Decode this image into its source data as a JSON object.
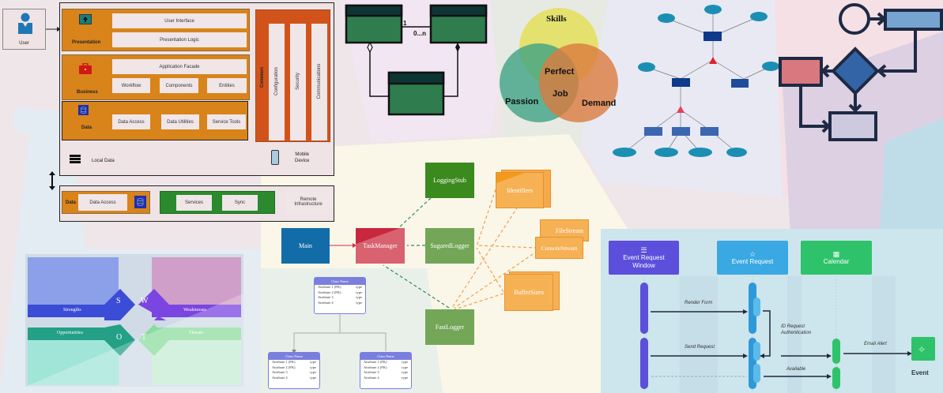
{
  "architecture": {
    "user_label": "User",
    "presentation": {
      "label": "Presentation",
      "items": [
        "User Interface",
        "Presentation Logic"
      ]
    },
    "business": {
      "label": "Business",
      "facade": "Application Facade",
      "items": [
        "Workflow",
        "Components",
        "Entities"
      ]
    },
    "data": {
      "label": "Data",
      "items": [
        "Data Access",
        "Data Utilities",
        "Service Tools"
      ]
    },
    "common": {
      "label": "Common",
      "items": [
        "Configuration",
        "Security",
        "Communications"
      ]
    },
    "local_data": "Local Data",
    "mobile_device": [
      "Mobile",
      "Device"
    ],
    "remote": {
      "data_label": "Data",
      "data_access": "Data Access",
      "services": "Services",
      "sync": "Sync",
      "infrastructure": [
        "Remote",
        "Infrastructure"
      ]
    }
  },
  "uml_association": {
    "multiplicity_left": "1",
    "multiplicity_right": "0...n"
  },
  "venn": {
    "sets": [
      "Skills",
      "Passion",
      "Demand"
    ],
    "center": [
      "Perfect",
      "Job"
    ],
    "colors": {
      "skills": "#e4df5a",
      "passion": "#3ea383",
      "demand": "#db7a3e"
    }
  },
  "swot": {
    "quadrants": [
      {
        "letter": "S",
        "label": "Strengths",
        "color": "#3b4cd6",
        "fill": "#8c9fe9"
      },
      {
        "letter": "W",
        "label": "Weaknesses",
        "color": "#7a45e0",
        "fill": "#cf9fc9"
      },
      {
        "letter": "O",
        "label": "Opportunities",
        "color": "#23a086",
        "fill": "#a0e5d8"
      },
      {
        "letter": "T",
        "label": "Threats",
        "color": "#8ddc9f",
        "fill": "#c6ecd6"
      }
    ]
  },
  "dependency_graph": {
    "nodes": [
      "Main",
      "TaskManager",
      "LoggingStub",
      "SugaredLogger",
      "FastLogger",
      "Identifiers",
      "FileStream",
      "ConsoleStream",
      "BufferSizes"
    ]
  },
  "class_hierarchy": {
    "classes": [
      {
        "name": "Class Name",
        "attributes": [
          [
            "Attribute  1 (FK)",
            "type"
          ],
          [
            "Attribute  2 (FK)",
            "type"
          ],
          [
            "Attribute  3",
            "type"
          ],
          [
            "Attribute  4",
            "type"
          ]
        ]
      },
      {
        "name": "Class Name",
        "attributes": [
          [
            "Attribute  1 (FK)",
            "type"
          ],
          [
            "Attribute  2 (FK)",
            "type"
          ],
          [
            "Attribute  3",
            "type"
          ],
          [
            "Attribute  4",
            "type"
          ]
        ]
      },
      {
        "name": "Class Name",
        "attributes": [
          [
            "Attribute  1 (FK)",
            "type"
          ],
          [
            "Attribute  2 (FK)",
            "type"
          ],
          [
            "Attribute  3",
            "type"
          ],
          [
            "Attribute  4",
            "type"
          ]
        ]
      }
    ]
  },
  "sequence": {
    "lanes": [
      {
        "label": "Event Request Window",
        "lines": [
          "Event Request",
          "Window"
        ],
        "color": "#5b4fdc"
      },
      {
        "label": "Event Request",
        "lines": [
          "Event Request"
        ],
        "color": "#3aa8e3"
      },
      {
        "label": "Calendar",
        "lines": [
          "Calendar"
        ],
        "color": "#2ec36a"
      }
    ],
    "messages": [
      "Render Form",
      "Send Request",
      "Email Alert",
      "Available"
    ],
    "self_message": [
      "ID Request",
      "Authentication"
    ],
    "endpoint_label": "Event"
  }
}
